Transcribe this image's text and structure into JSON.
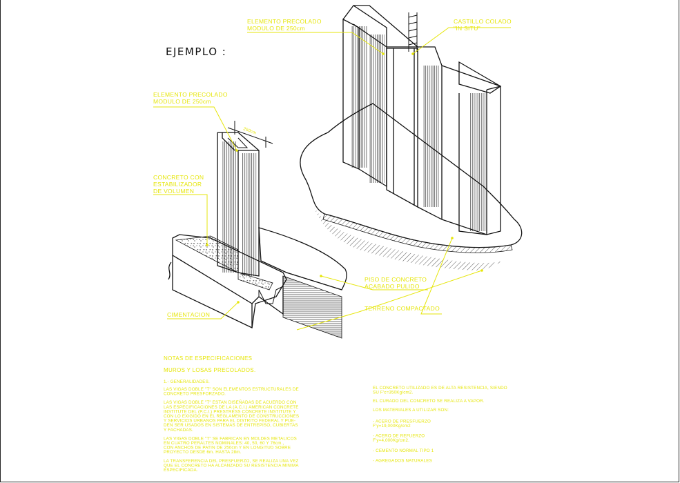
{
  "title": "EJEMPLO :",
  "labels": {
    "elemento_top": [
      "ELEMENTO PRECOLADO",
      "MODULO DE 250cm"
    ],
    "castillo": [
      "CASTILLO COLADO",
      "\"IN SITU\""
    ],
    "elemento_left": [
      "ELEMENTO PRECOLADO",
      "MODULO DE 250cm"
    ],
    "dimension": "250cm",
    "concreto": [
      "CONCRETO CON",
      "ESTABILIZADOR",
      "DE VOLUMEN"
    ],
    "piso": [
      "PISO DE CONCRETO",
      "ACABADO PULIDO"
    ],
    "terreno": "TERRENO COMPACTADO",
    "cimentacion": "CIMENTACION"
  },
  "notes": {
    "heading1": "NOTAS DE ESPECIFICACIONES",
    "heading2": "MUROS Y LOSAS PRECOLADOS.",
    "section": "1.- GENERALIDADES.",
    "left_paragraphs": [
      [
        "LAS VIGAS DOBLE \"T\" SON ELEMENTOS ESTRUCTURALES DE",
        "CONCRETO PRESFORZADO."
      ],
      [
        "LAS VIGAS DOBLE \"T\" ESTAN DISEÑADAS DE ACUERDO CON",
        "LAS ESPECIFICACIONES DE LA (A.C.I.) AMERICAN CONCRETE",
        "INSTITUTE DEL (P.C.I.) PRESTRESS CONCRETE INSTITUTE Y",
        "CON LO EXIGIDO EN EL REGLAMENTO DE CONSTRUCCIONES",
        "Y SERVICIOS URBANOS PARA EL DISTRITO FEDERAL Y PUE-",
        "DEN SER USADOS EN SISTEMAS DE ENTREPISO, CUBIERTAS",
        "Y FACHADAS."
      ],
      [
        "LAS VIGAS DOBLE \"T\" SE FABRICAN EN MOLDES METALICOS",
        "EN CUATRO PERALTES NOMINALES: 40, 50, 60 Y 76cm.,",
        "CON ANCHOS DE PATIN DE 250cm Y EN LONGITUD SOBRE",
        "PROYECTO DESDE 6m. HASTA 28m."
      ],
      [
        "LA TRANSFERENCIA DEL PRESFUERZO, SE REALIZA UNA VEZ",
        "QUE EL CONCRETO HA ALCANZADO SU RESISTENCIA MINIMA",
        "ESPECIFICADA."
      ]
    ],
    "right_paragraphs": [
      [
        "EL CONCRETO UTILIZADO ES DE ALTA RESISTENCIA, SIENDO",
        "SU F'c=350Kg/cm2."
      ],
      [
        "EL CURADO DEL CONCRETO SE REALIZA A VAPOR."
      ],
      [
        "LOS MATERIALES A UTILIZAR SON:"
      ]
    ],
    "materials": [
      [
        "- ACERO DE PRESFUERZO",
        "  F'y=19,000Kg/cm2"
      ],
      [
        "- ACERO DE REFUERZO",
        "  F'y=4,000Kg/cm2."
      ],
      [
        "- CEMENTO NORMAL TIPO 1"
      ],
      [
        "- AGREGADOS NATURALES"
      ]
    ]
  },
  "colors": {
    "annotation": "#e6e60a",
    "linework": "#111111",
    "background": "#ffffff"
  }
}
